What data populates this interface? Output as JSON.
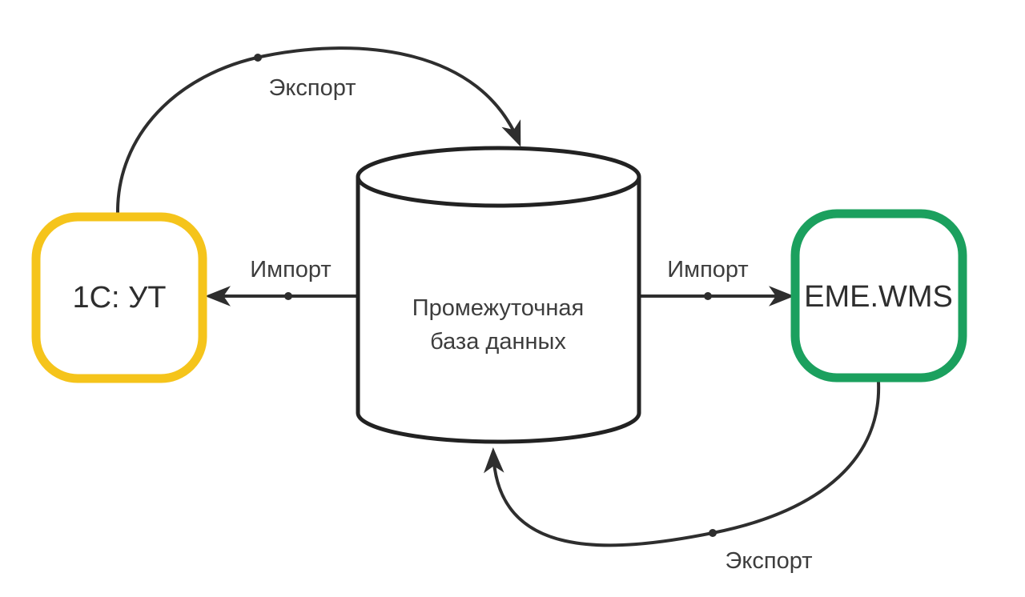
{
  "colors": {
    "background": "#FFFFFF",
    "line": "#2E2E2E",
    "node_1c_border": "#F5C41B",
    "node_wms_border": "#1BA05E"
  },
  "nodes": {
    "system_1c": {
      "label": "1С: УТ"
    },
    "staging_db": {
      "label_line1": "Промежуточная",
      "label_line2": "база данных"
    },
    "system_wms": {
      "label": "EME.WMS"
    }
  },
  "edges": {
    "export_1c_to_db": {
      "label": "Экспорт"
    },
    "import_db_to_1c": {
      "label": "Импорт"
    },
    "import_db_to_wms": {
      "label": "Импорт"
    },
    "export_wms_to_db": {
      "label": "Экспорт"
    }
  }
}
